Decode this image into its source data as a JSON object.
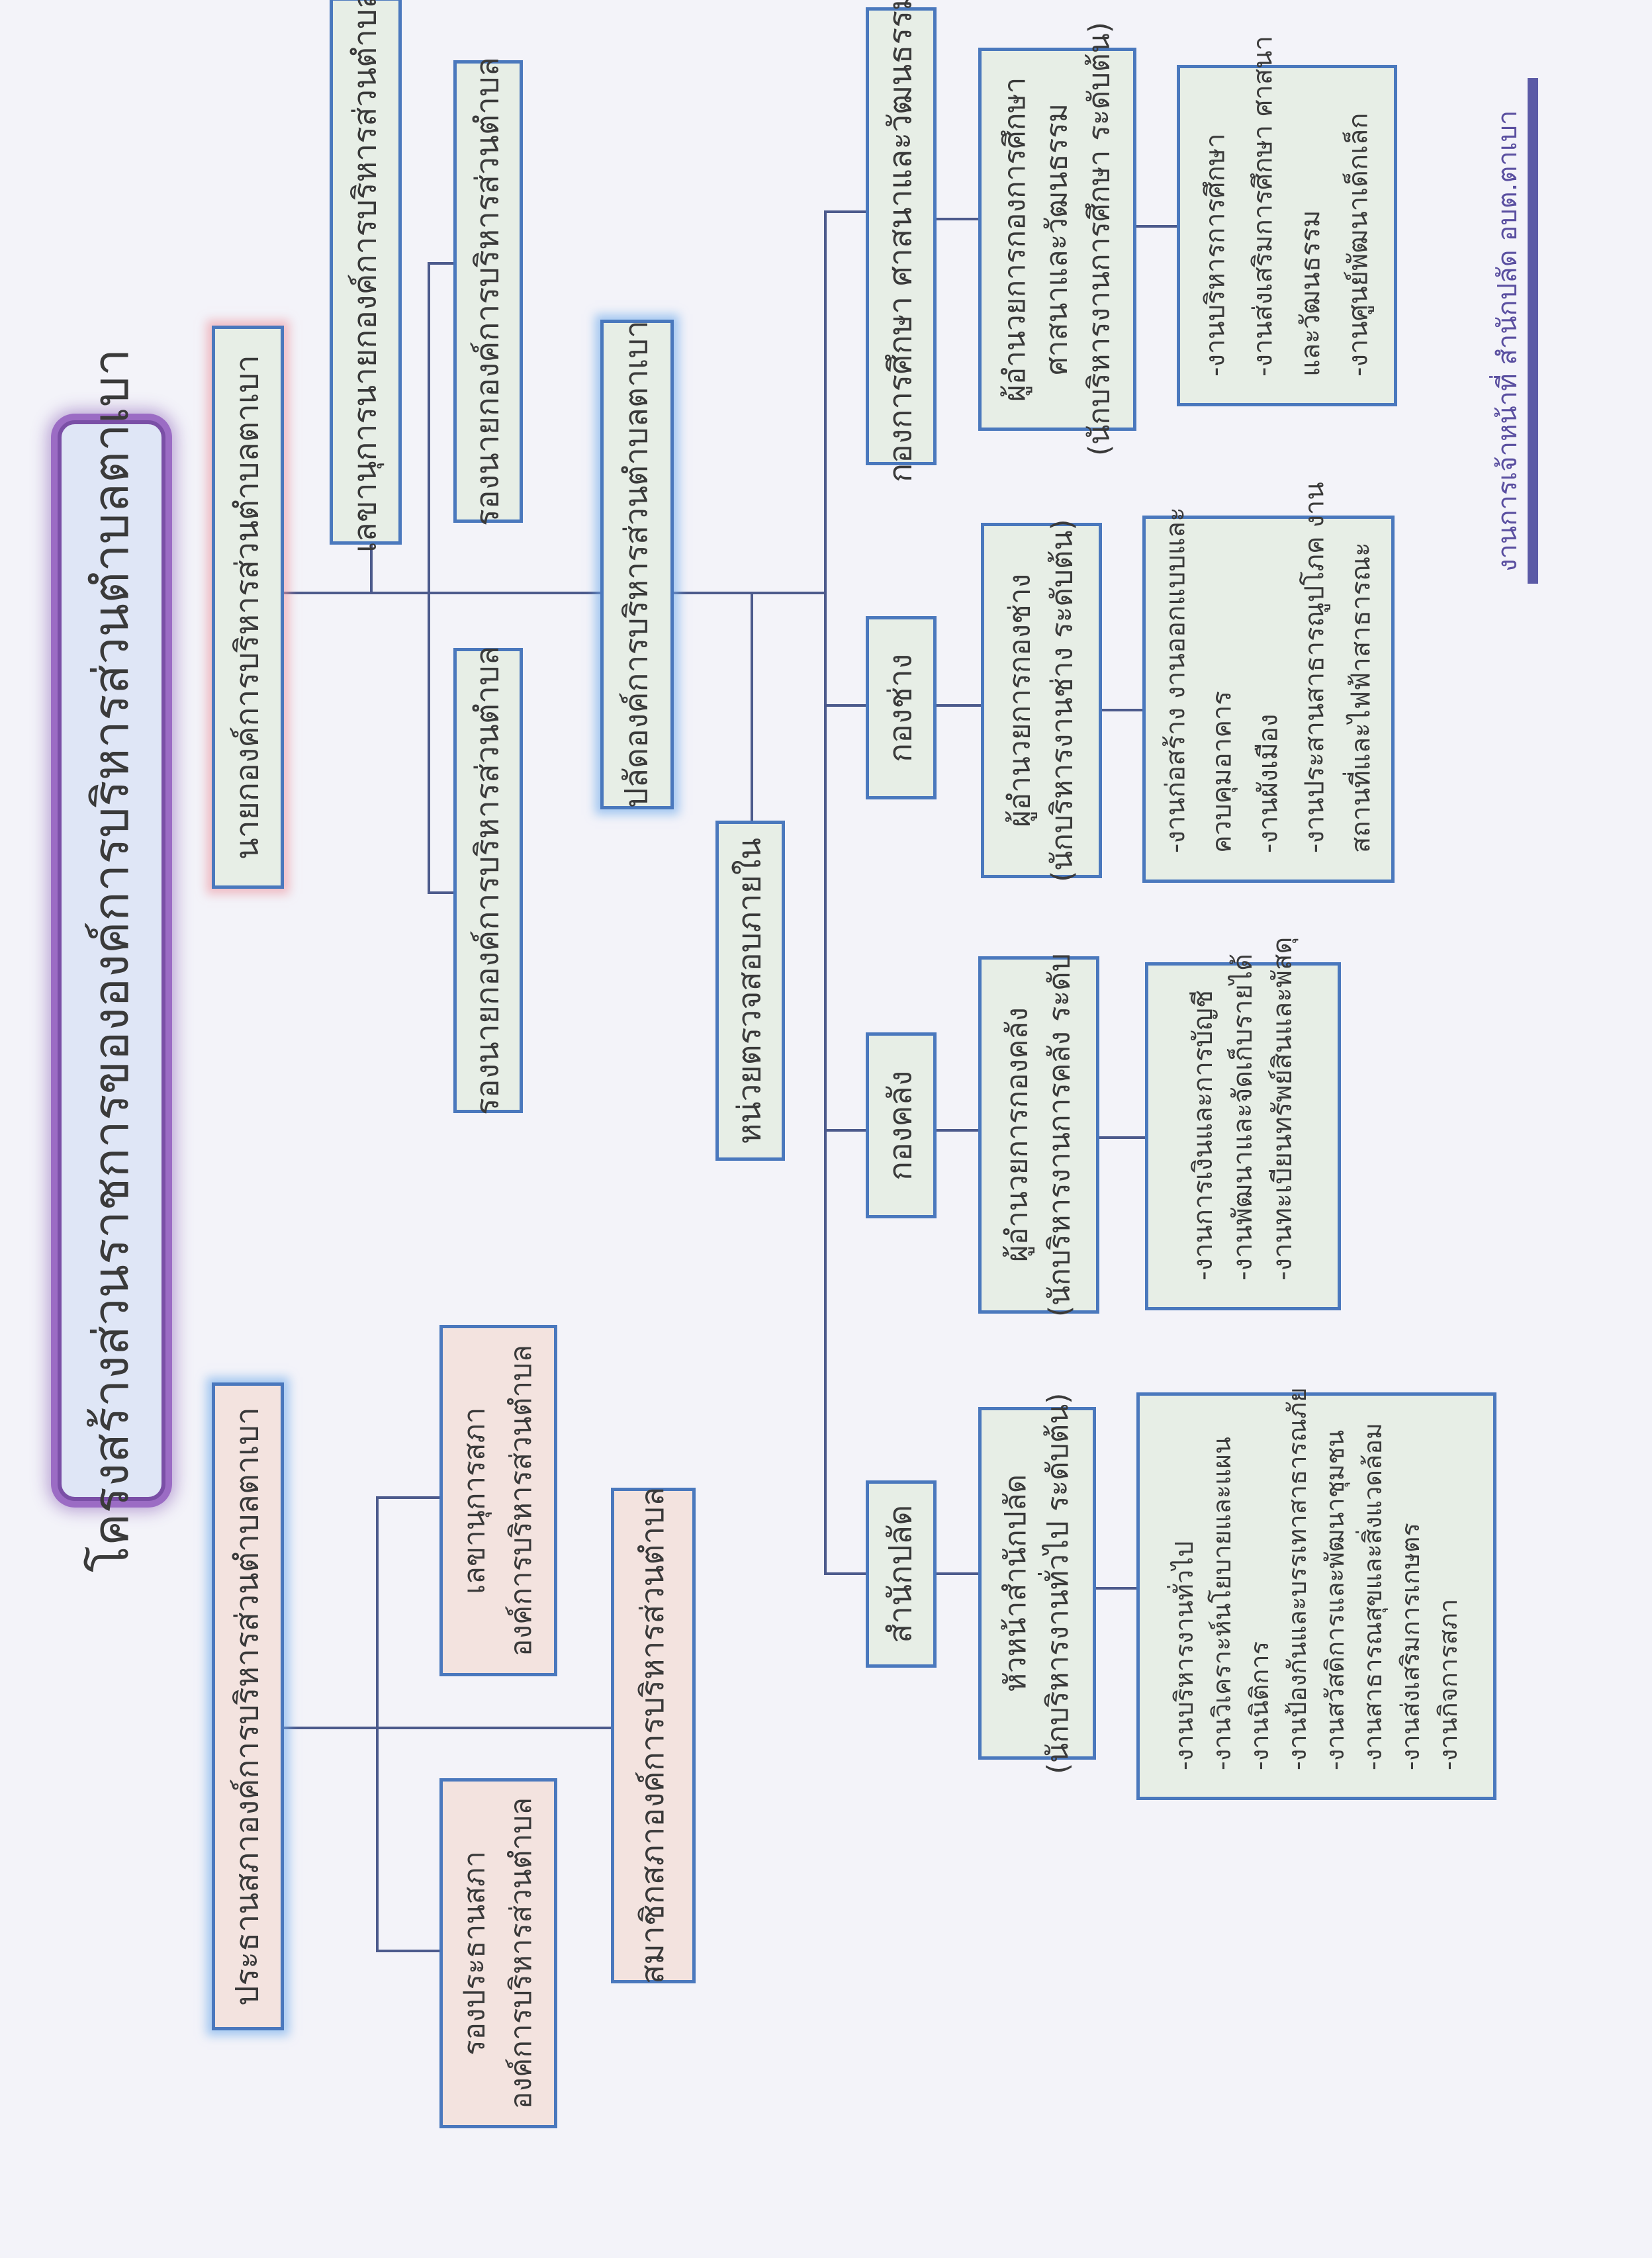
{
  "title": "โครงสร้างส่วนราชการขององค์การบริหารส่วนตำบลตาเบา",
  "executive": {
    "mayor": "นายกองค์การบริหารส่วนตำบลตาเบา",
    "mayor_secretary": "เลขานุการนายกองค์การบริหารส่วนตำบล",
    "deputy_mayor_1": "รองนายกองค์การบริหารส่วนตำบล",
    "deputy_mayor_2": "รองนายกองค์การบริหารส่วนตำบล",
    "chief_administrator": "ปลัดองค์การบริหารส่วนตำบลตาเบา",
    "internal_audit": "หน่วยตรวจสอบภายใน"
  },
  "departments": {
    "education": {
      "name": "กองการศึกษา ศาสนาและวัฒนธรรม",
      "head": [
        "ผู้อำนวยการกองการศึกษา",
        "ศาสนาและวัฒนธรรม",
        "(นักบริหารงานการศึกษา ระดับต้น)"
      ],
      "tasks": [
        "-งานบริหารการศึกษา",
        "-งานส่งเสริมการศึกษา ศาสนา",
        "และวัฒนธรรม",
        "-งานศูนย์พัฒนาเด็กเล็ก"
      ]
    },
    "engineering": {
      "name": "กองช่าง",
      "head": [
        "ผู้อำนวยการกองช่าง",
        "(นักบริหารงานช่าง ระดับต้น)"
      ],
      "tasks": [
        "-งานก่อสร้าง งานออกแบบและ",
        "ควบคุมอาคาร",
        "-งานผังเมือง",
        "-งานประสานสาธารณูปโภค งาน",
        "สถานที่และไฟฟ้าสาธารณะ"
      ]
    },
    "finance": {
      "name": "กองคลัง",
      "head": [
        "ผู้อำนวยการกองคลัง",
        "(นักบริหารงานการคลัง ระดับ"
      ],
      "tasks": [
        "-งานการเงินและการบัญชี",
        "-งานพัฒนาและจัดเก็บรายได้",
        "-งานทะเบียนทรัพย์สินและพัสดุ"
      ]
    },
    "office": {
      "name": "สำนักปลัด",
      "head": [
        "หัวหน้าสำนักปลัด",
        "(นักบริหารงานทั่วไป ระดับต้น)"
      ],
      "tasks": [
        "-งานบริหารงานทั่วไป",
        "-งานวิเคราะห์นโยบายและแผน",
        "-งานนิติการ",
        "-งานป้องกันและบรรเทาสาธารณภัย",
        "-งานสวัสดิการและพัฒนาชุมชน",
        "-งานสาธารณสุขและสิ่งแวดล้อม",
        "-งานส่งเสริมการเกษตร",
        "-งานกิจการสภา"
      ]
    }
  },
  "council": {
    "president": "ประธานสภาองค์การบริหารส่วนตำบลตาเบา",
    "secretary": [
      "เลขานุการสภา",
      "องค์การบริหารส่วนตำบล"
    ],
    "vice_president": [
      "รองประธานสภา",
      "องค์การบริหารส่วนตำบล"
    ],
    "members": "สมาชิกสภาองค์การบริหารส่วนตำบล"
  },
  "footer": "งานการเจ้าหน้าที่ สำนักปลัด อบต.ตาเบา",
  "colors": {
    "box_border": "#4a78bd",
    "box_fill": "#e7eee6",
    "council_fill": "#f3e3df",
    "title_border": "#7a4fa6",
    "line": "#4c5a8c"
  }
}
